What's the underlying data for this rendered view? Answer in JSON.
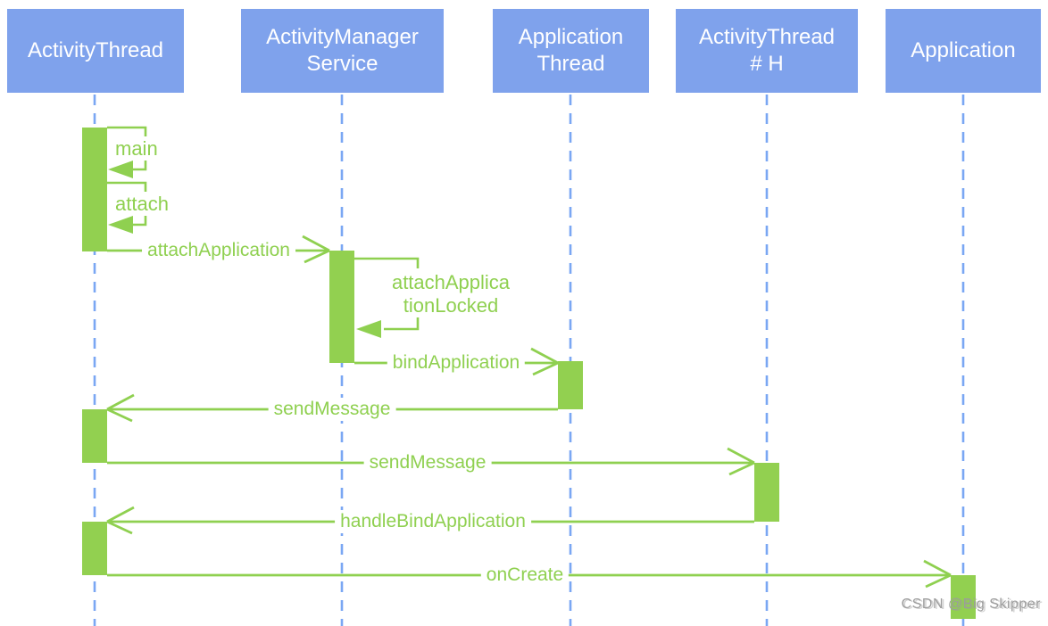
{
  "diagram": {
    "type": "uml-sequence",
    "topic": "Android application bind/startup flow",
    "actors": [
      {
        "label": "ActivityThread"
      },
      {
        "label": "ActivityManager\nService"
      },
      {
        "label": "Application\nThread"
      },
      {
        "label": "ActivityThread\n# H"
      },
      {
        "label": "Application"
      }
    ],
    "messages": [
      {
        "label": "main",
        "type": "self-call",
        "from": "ActivityThread",
        "to": "ActivityThread"
      },
      {
        "label": "attach",
        "type": "self-call",
        "from": "ActivityThread",
        "to": "ActivityThread"
      },
      {
        "label": "attachApplication",
        "type": "call",
        "from": "ActivityThread",
        "to": "ActivityManagerService"
      },
      {
        "label": "attachApplica\ntionLocked",
        "full_label": "attachApplicationLocked",
        "type": "self-call",
        "from": "ActivityManagerService",
        "to": "ActivityManagerService"
      },
      {
        "label": "bindApplication",
        "type": "call",
        "from": "ActivityManagerService",
        "to": "ApplicationThread"
      },
      {
        "label": "sendMessage",
        "type": "call",
        "from": "ApplicationThread",
        "to": "ActivityThread"
      },
      {
        "label": "sendMessage",
        "type": "call",
        "from": "ActivityThread",
        "to": "ActivityThread # H"
      },
      {
        "label": "handleBindApplication",
        "type": "call",
        "from": "ActivityThread # H",
        "to": "ActivityThread"
      },
      {
        "label": "onCreate",
        "type": "call",
        "from": "ActivityThread",
        "to": "Application"
      }
    ],
    "watermark": "CSDN @Big Skipper",
    "colors": {
      "actor_fill": "#7FA2EC",
      "actor_text": "#FFFFFF",
      "lifeline": "#7AA7F3",
      "activation_bar": "#92D050",
      "arrow": "#8FD050",
      "label_text": "#8FD050",
      "watermark_text": "#9C9C9C",
      "background": "#FFFFFF"
    }
  }
}
